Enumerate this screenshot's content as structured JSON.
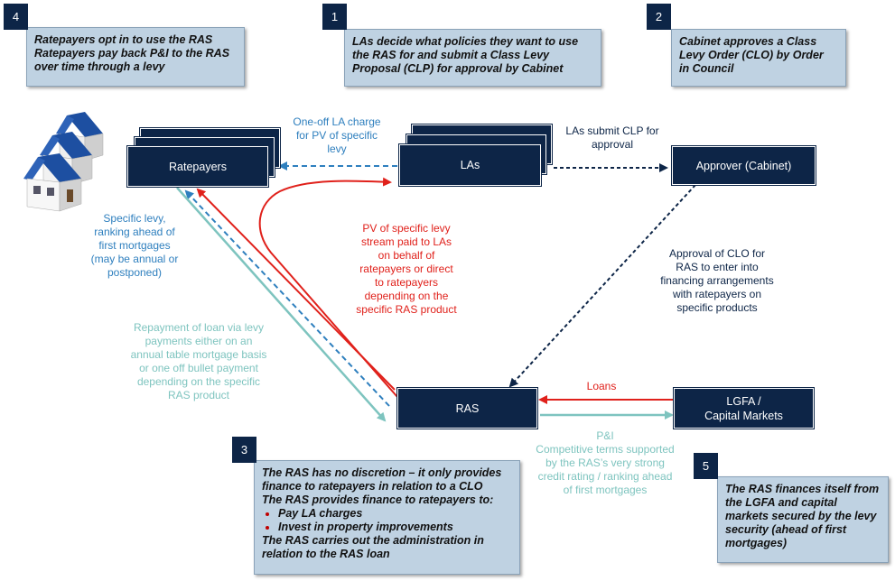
{
  "callouts": [
    {
      "number": "4",
      "lines": [
        "Ratepayers opt in to use the RAS",
        "Ratepayers pay back P&I to the RAS",
        "over time through a levy"
      ]
    },
    {
      "number": "1",
      "lines": [
        "LAs decide what policies they want to use",
        "the RAS for and submit a Class Levy",
        "Proposal (CLP) for approval by Cabinet"
      ]
    },
    {
      "number": "2",
      "lines": [
        "Cabinet approves a Class",
        "Levy Order (CLO) by Order",
        "in Council"
      ]
    },
    {
      "number": "3",
      "lines_top": [
        "The RAS has no discretion – it only provides",
        "finance to ratepayers in relation to a CLO",
        "The RAS provides finance to ratepayers to:"
      ],
      "bullets": [
        "Pay LA charges",
        "Invest in property improvements"
      ],
      "lines_bottom": [
        "The RAS carries out the administration in",
        "relation to the RAS loan"
      ]
    },
    {
      "number": "5",
      "lines": [
        "The RAS finances itself from",
        "the LGFA and capital",
        "markets secured by the levy",
        "security (ahead of first",
        "mortgages)"
      ]
    }
  ],
  "entities": {
    "ratepayers": "Ratepayers",
    "las": "LAs",
    "approver": "Approver (Cabinet)",
    "ras": "RAS",
    "lgfa": [
      "LGFA /",
      "Capital Markets"
    ]
  },
  "labels": {
    "one_off_charge": [
      "One-off LA charge",
      "for PV of specific",
      "levy"
    ],
    "las_submit": [
      "LAs submit CLP for",
      "approval"
    ],
    "specific_levy": [
      "Specific levy,",
      "ranking ahead of",
      "first mortgages",
      "(may be annual or",
      "postponed)"
    ],
    "pv_levy": [
      "PV of specific levy",
      "stream paid to LAs",
      "on behalf of",
      "ratepayers or direct",
      "to ratepayers",
      "depending on the",
      "specific RAS product"
    ],
    "approval_clo": [
      "Approval of CLO for",
      "RAS to enter into",
      "financing arrangements",
      "with ratepayers on",
      "specific products"
    ],
    "repayment": [
      "Repayment of loan via levy",
      "payments either on an",
      "annual table mortgage basis",
      "or one off bullet payment",
      "depending on the specific",
      "RAS product"
    ],
    "loans": "Loans",
    "pi": [
      "P&I",
      "Competitive terms supported",
      "by the RAS’s very strong",
      "credit rating / ranking ahead",
      "of first mortgages"
    ]
  },
  "colors": {
    "navy": "#0d2547",
    "callout_bg": "#bfd2e2",
    "red": "#e0211b",
    "blue": "#2e7fbe",
    "teal": "#7ec4bf"
  },
  "icons": {
    "houses": "houses-icon"
  }
}
